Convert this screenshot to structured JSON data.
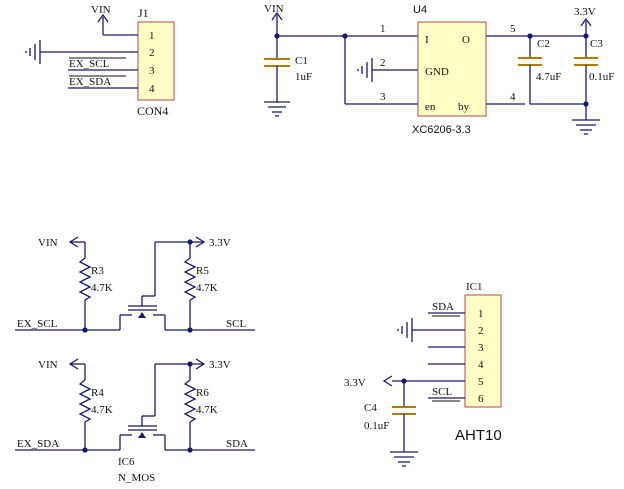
{
  "j1": {
    "ref": "J1",
    "value": "CON4",
    "power": "VIN",
    "pins": [
      "1",
      "2",
      "3",
      "4"
    ],
    "net_scl": "EX_SCL",
    "net_sda": "EX_SDA"
  },
  "u4": {
    "ref": "U4",
    "value": "XC6206-3.3",
    "power_in": "VIN",
    "power_out": "3.3V",
    "pin_i": "I",
    "pin_o": "O",
    "pin_gnd": "GND",
    "pin_en": "en",
    "pin_by": "by",
    "pin_num_1": "1",
    "pin_num_2": "2",
    "pin_num_3": "3",
    "pin_num_4": "4",
    "pin_num_5": "5"
  },
  "c1": {
    "ref": "C1",
    "value": "1uF"
  },
  "c2": {
    "ref": "C2",
    "value": "4.7uF"
  },
  "c3": {
    "ref": "C3",
    "value": "0.1uF"
  },
  "level_shift_scl": {
    "vin": "VIN",
    "v33": "3.3V",
    "r_left_ref": "R3",
    "r_left_value": "4.7K",
    "r_right_ref": "R5",
    "r_right_value": "4.7K",
    "left_net": "EX_SCL",
    "right_net": "SCL"
  },
  "level_shift_sda": {
    "vin": "VIN",
    "v33": "3.3V",
    "r_left_ref": "R4",
    "r_left_value": "4.7K",
    "r_right_ref": "R6",
    "r_right_value": "4.7K",
    "left_net": "EX_SDA",
    "right_net": "SDA",
    "mos_ref": "IC6",
    "mos_value": "N_MOS"
  },
  "ic1": {
    "ref": "IC1",
    "value": "AHT10",
    "pins": [
      "1",
      "2",
      "3",
      "4",
      "5",
      "6"
    ],
    "net_sda": "SDA",
    "net_scl": "SCL",
    "power": "3.3V"
  },
  "c4": {
    "ref": "C4",
    "value": "0.1uF"
  }
}
